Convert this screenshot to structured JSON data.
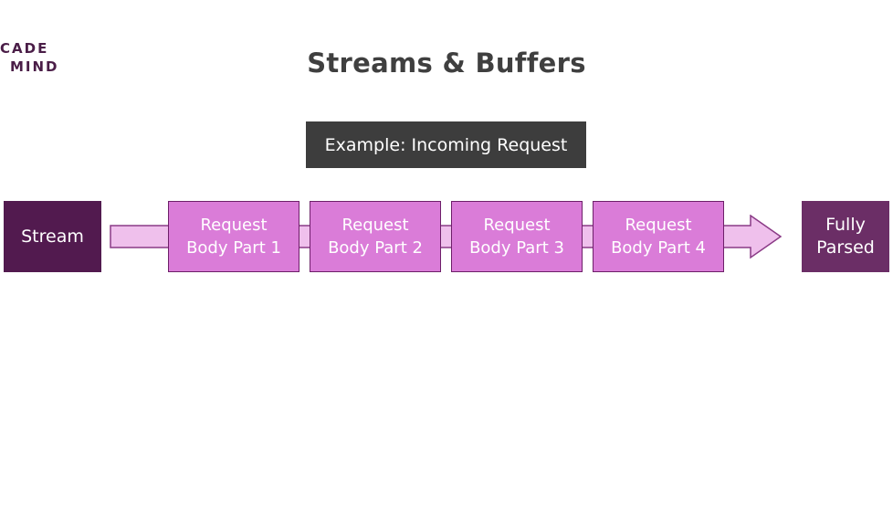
{
  "logo": {
    "line1": "CADE",
    "line2": "MIND"
  },
  "title": "Streams & Buffers",
  "example_label": "Example: Incoming Request",
  "stream_label": "Stream",
  "parts": [
    {
      "line1": "Request",
      "line2": "Body Part 1"
    },
    {
      "line1": "Request",
      "line2": "Body Part 2"
    },
    {
      "line1": "Request",
      "line2": "Body Part 3"
    },
    {
      "line1": "Request",
      "line2": "Body Part 4"
    }
  ],
  "parsed": {
    "line1": "Fully",
    "line2": "Parsed"
  },
  "colors": {
    "title": "#3f3f3f",
    "example_bg": "#3d3d3d",
    "stream_bg": "#521a4f",
    "part_bg": "#da7cd8",
    "part_border": "#6d1f69",
    "arrow_fill": "#efc0ec",
    "parsed_bg": "#6b2e66"
  }
}
